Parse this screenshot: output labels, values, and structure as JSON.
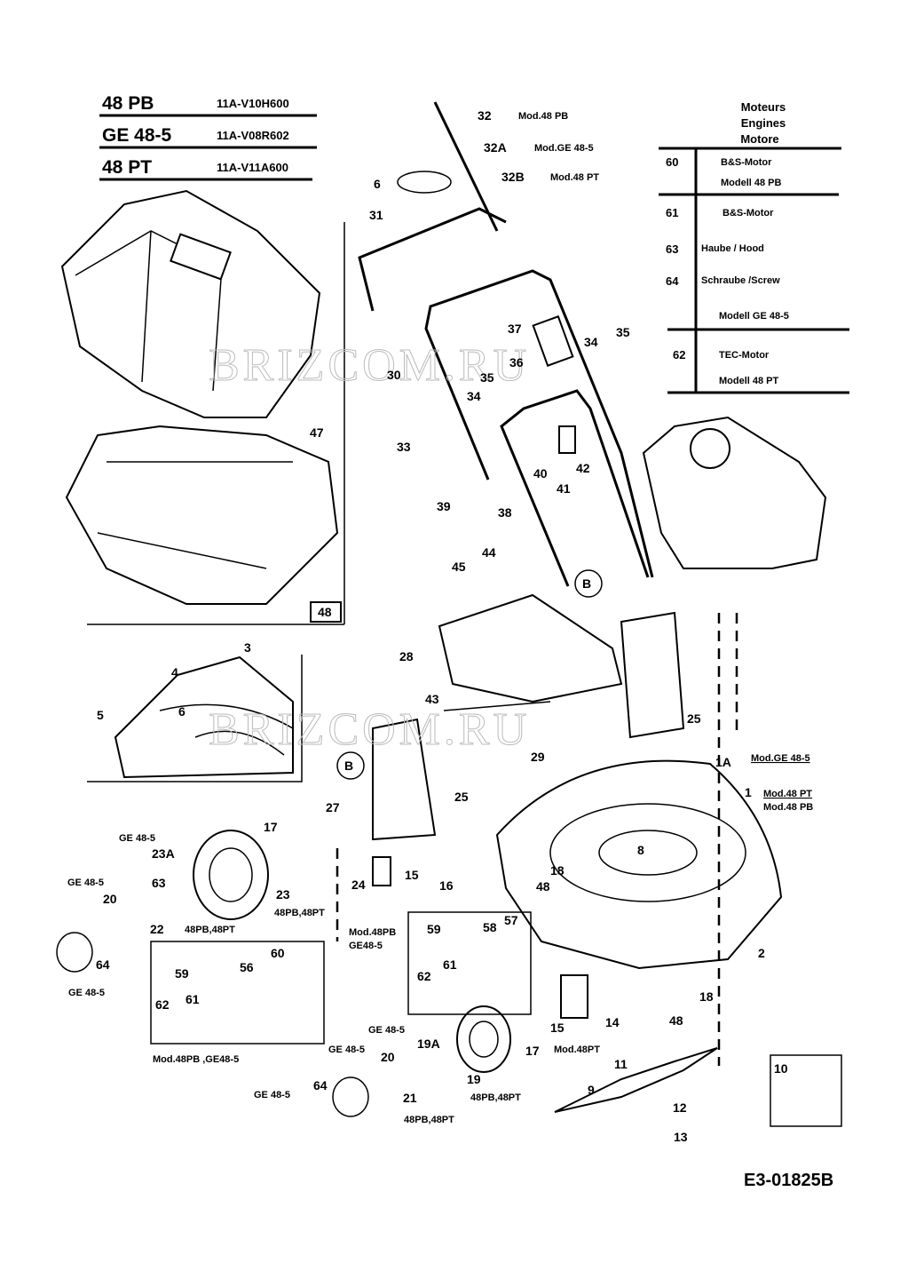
{
  "models": [
    {
      "name": "48 PB",
      "code": "11A-V10H600"
    },
    {
      "name": "GE 48-5",
      "code": "11A-V08R602"
    },
    {
      "name": "48 PT",
      "code": "11A-V11A600"
    }
  ],
  "engines": {
    "header": [
      "Moteurs",
      "Engines",
      "Motore"
    ],
    "rows": [
      {
        "num": "60",
        "lines": [
          "B&S-Motor",
          "Modell   48 PB"
        ]
      },
      {
        "num": "61",
        "lines": [
          "B&S-Motor"
        ]
      },
      {
        "num": "63",
        "lines": [
          "Haube / Hood"
        ]
      },
      {
        "num": "64",
        "lines": [
          "Schraube /Screw",
          "Modell GE 48-5"
        ]
      },
      {
        "num": "62",
        "lines": [
          "TEC-Motor",
          "Modell 48 PT"
        ]
      }
    ]
  },
  "callouts": [
    "32",
    "32A",
    "32B",
    "6",
    "31",
    "37",
    "34",
    "35",
    "36",
    "30",
    "35",
    "34",
    "33",
    "40",
    "42",
    "41",
    "39",
    "38",
    "44",
    "45",
    "47",
    "48",
    "3",
    "4",
    "5",
    "6",
    "28",
    "43",
    "25",
    "29",
    "1A",
    "1",
    "27",
    "25",
    "17",
    "8",
    "18",
    "48",
    "23A",
    "63",
    "23",
    "24",
    "15",
    "16",
    "20",
    "22",
    "64",
    "2",
    "59",
    "58",
    "57",
    "60",
    "56",
    "59",
    "62",
    "61",
    "14",
    "18",
    "48",
    "61",
    "62",
    "15",
    "19A",
    "17",
    "19",
    "11",
    "10",
    "20",
    "21",
    "9",
    "12",
    "13",
    "64",
    "B",
    "B"
  ],
  "notes": [
    "Mod.48 PB",
    "Mod.GE 48-5",
    "Mod.48 PT",
    "Mod.GE 48-5",
    "Mod.48 PT",
    "Mod.48 PB",
    "GE 48-5",
    "GE 48-5",
    "48PB,48PT",
    "48PB,48PT",
    "GE 48-5",
    "Mod.48PB",
    "GE48-5",
    "GE 48-5",
    "GE 48-5",
    "Mod.48PT",
    "Mod.48PB ,GE48-5",
    "48PB,48PT",
    "GE 48-5",
    "48PB,48PT"
  ],
  "diagram_id": "E3-01825B",
  "watermark": "BRIZCOM.RU"
}
